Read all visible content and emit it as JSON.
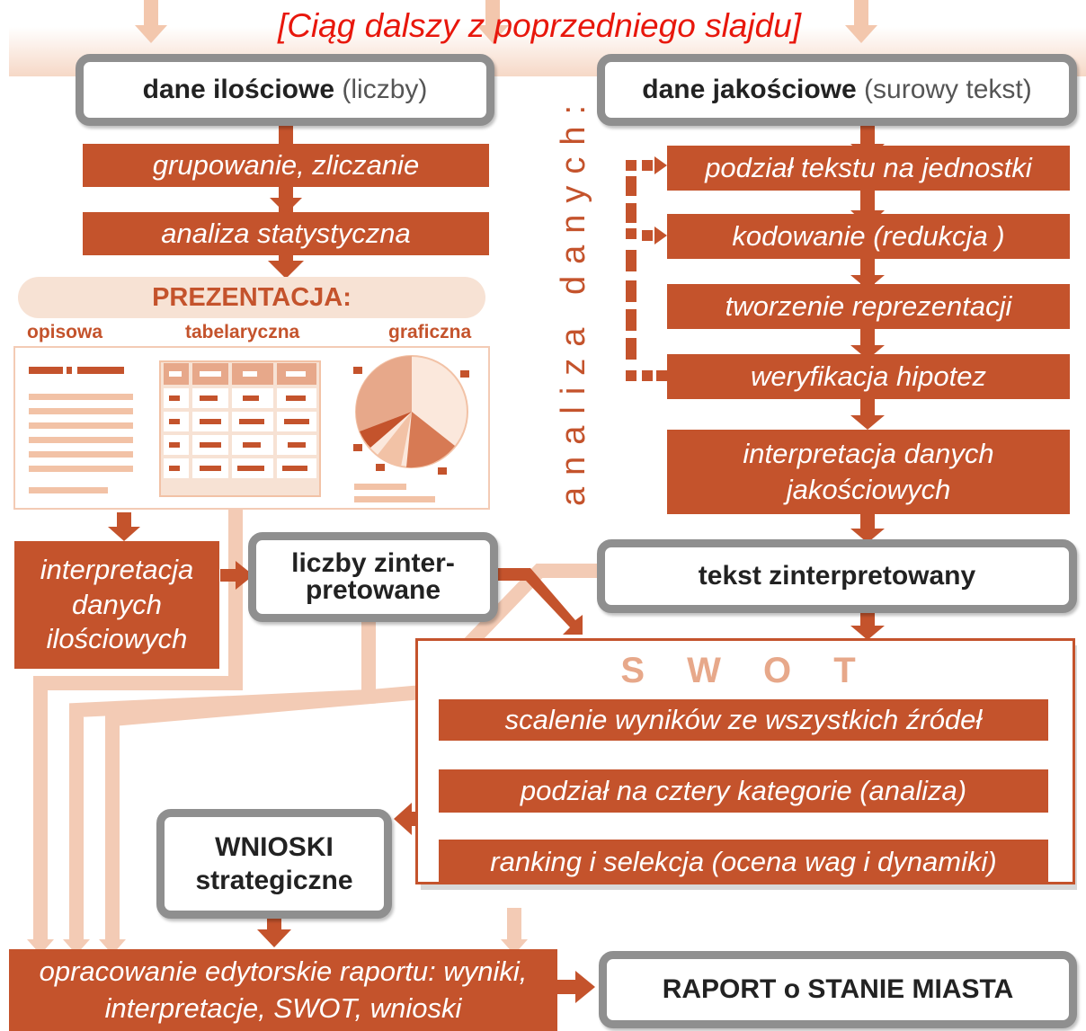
{
  "title": "[Ciąg dalszy z poprzedniego slajdu]",
  "left": {
    "quant_bold": "dane ilościowe",
    "quant_light": "(liczby)",
    "step1": "grupowanie, zliczanie",
    "step2": "analiza statystyczna",
    "presentation": "PREZENTACJA:",
    "pres_types": [
      "opisowa",
      "tabelaryczna",
      "graficzna"
    ],
    "interpretation": "interpretacja danych ilościowych",
    "numbers_interpreted": "liczby zinter-pretowane"
  },
  "right": {
    "qual_bold": "dane jakościowe",
    "qual_light": "(surowy tekst)",
    "vertical_label": "analiza danych:",
    "steps": [
      "podział tekstu na jednostki",
      "kodowanie (redukcja )",
      "tworzenie reprezentacji",
      "weryfikacja hipotez",
      "interpretacja danych jakościowych"
    ],
    "text_interpreted": "tekst zinterpretowany"
  },
  "swot": {
    "title": "S W O T",
    "steps": [
      "scalenie wyników ze wszystkich źródeł",
      "podział na cztery kategorie (analiza)",
      "ranking i selekcja (ocena wag i dynamiki)"
    ]
  },
  "conclusions": {
    "line1": "WNIOSKI",
    "line2": "strategiczne"
  },
  "editing": "opracowanie edytorskie raportu: wyniki, interpretacje, SWOT, wnioski",
  "report": "RAPORT o STANIE MIASTA",
  "colors": {
    "orange": "#c4532c",
    "light_orange": "#f3d2bf",
    "grey": "#8f8f8f",
    "title_red": "#e8170c"
  }
}
